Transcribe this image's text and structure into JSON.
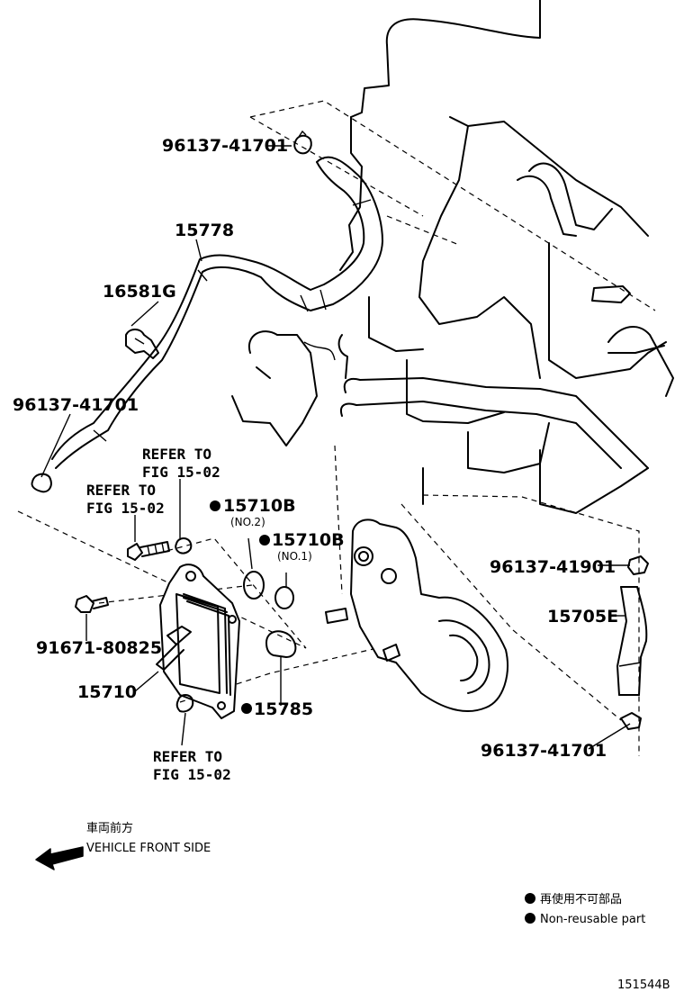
{
  "parts": {
    "clamp_top": "96137-41701",
    "hose_upper": "15778",
    "clamp_bracket": "16581G",
    "clamp_left": "96137-41701",
    "refer_a_line1": "REFER TO",
    "refer_a_line2": "FIG 15-02",
    "refer_b_line1": "REFER TO",
    "refer_b_line2": "FIG 15-02",
    "gasket_no2": "15710B",
    "gasket_no2_note": "(NO.2)",
    "gasket_no1": "15710B",
    "gasket_no1_note": "(NO.1)",
    "bolt": "91671-80825",
    "cooler": "15710",
    "gasket_cover": "15785",
    "refer_c_line1": "REFER TO",
    "refer_c_line2": "FIG 15-02",
    "clamp_right_upper": "96137-41901",
    "hose_right": "15705E",
    "clamp_right_lower": "96137-41701"
  },
  "direction": {
    "japanese": "車両前方",
    "english": "VEHICLE FRONT SIDE"
  },
  "legend": {
    "japanese": "再使用不可部品",
    "english": "Non-reusable part"
  },
  "figure_id": "151544B"
}
